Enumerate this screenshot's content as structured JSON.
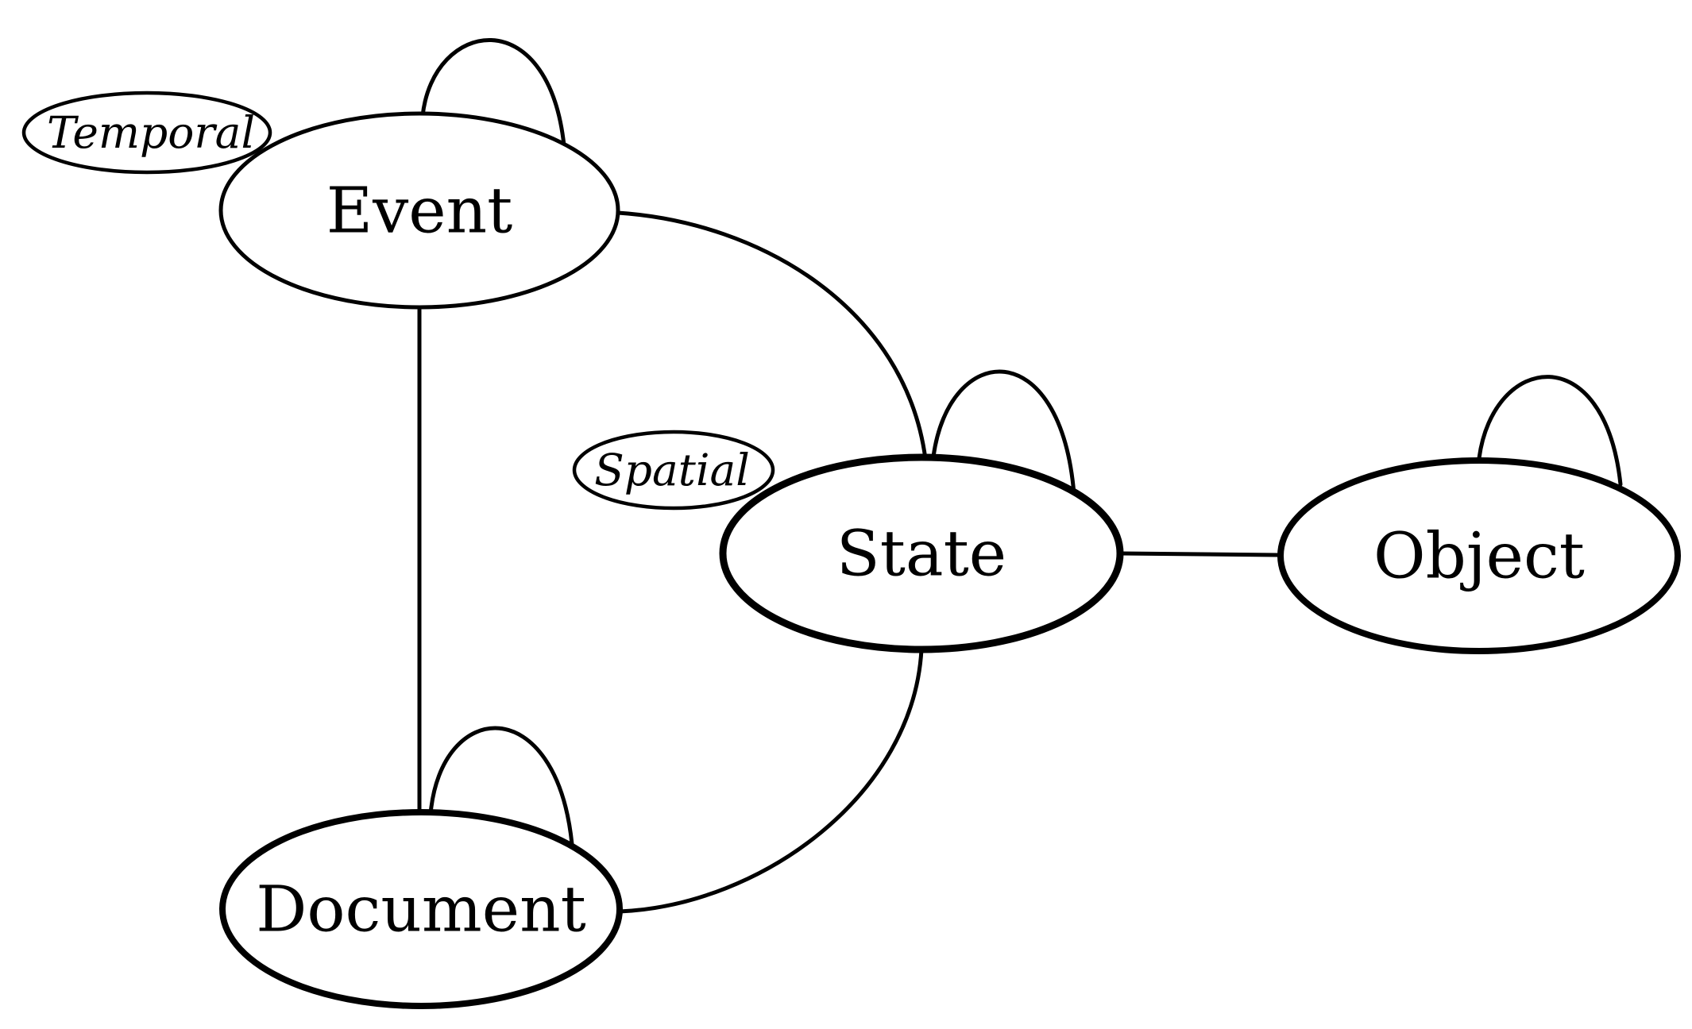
{
  "diagram": {
    "nodes": {
      "event": {
        "label": "Event"
      },
      "state": {
        "label": "State"
      },
      "object": {
        "label": "Object"
      },
      "document": {
        "label": "Document"
      }
    },
    "tags": {
      "temporal": {
        "label": "Temporal",
        "attached_to": "Event"
      },
      "spatial": {
        "label": "Spatial",
        "attached_to": "State"
      }
    },
    "edges": [
      {
        "from": "Event",
        "to": "Document",
        "style": "straight"
      },
      {
        "from": "Event",
        "to": "State",
        "style": "curved"
      },
      {
        "from": "State",
        "to": "Document",
        "style": "curved"
      },
      {
        "from": "State",
        "to": "Object",
        "style": "straight"
      }
    ],
    "self_loops": [
      "Event",
      "State",
      "Object",
      "Document"
    ]
  }
}
